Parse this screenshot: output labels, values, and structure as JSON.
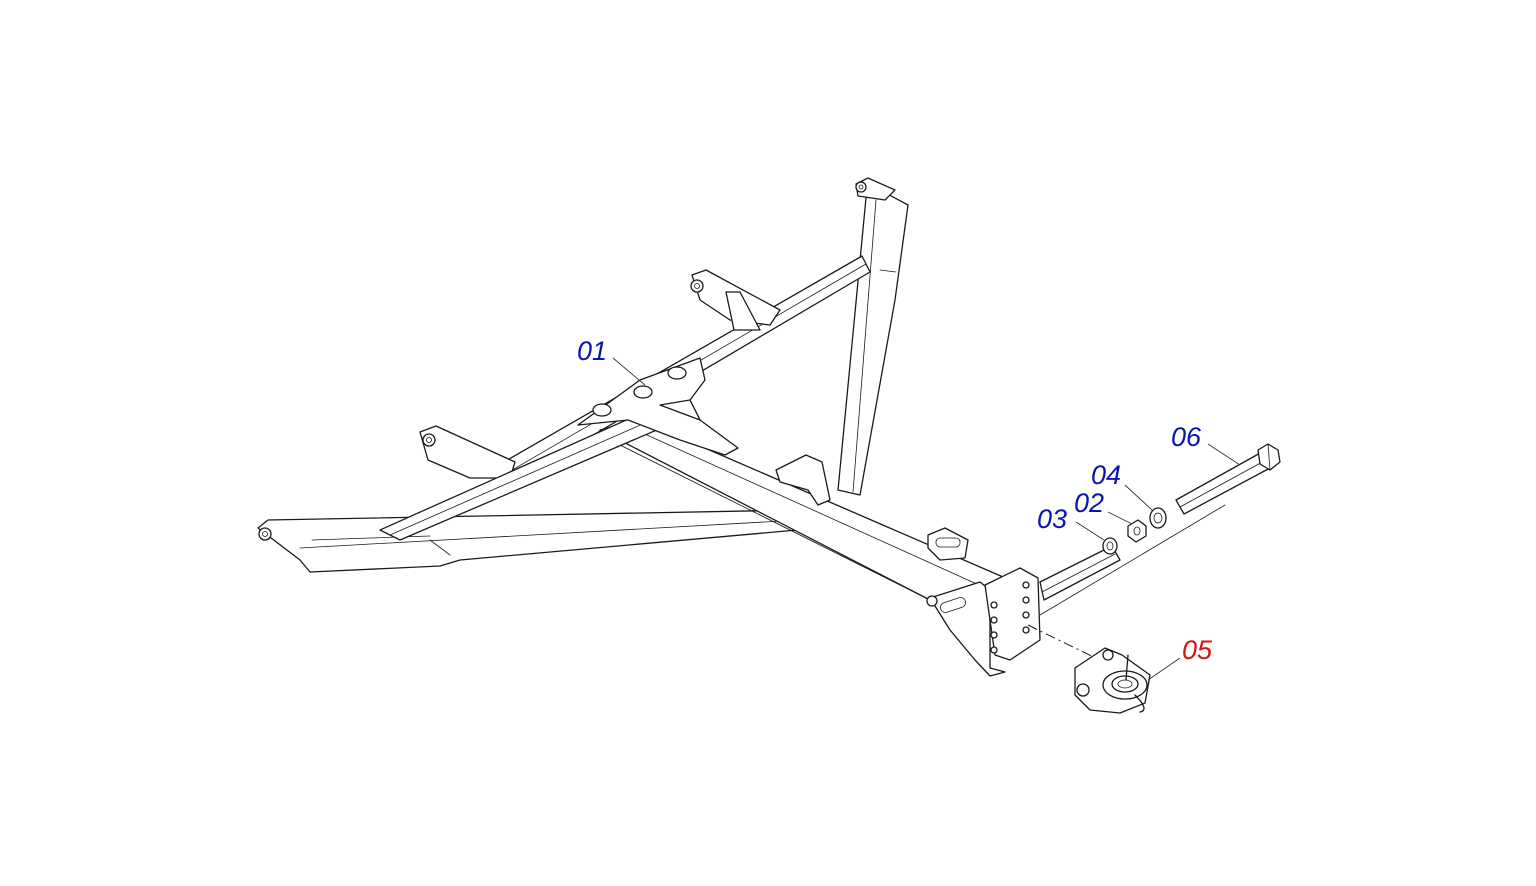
{
  "colors": {
    "label_blue": "#0a14b4",
    "label_red": "#dc1010",
    "line": "#1a1a1a",
    "background": "#ffffff"
  },
  "labels": {
    "l01": {
      "text": "01",
      "color": "blue"
    },
    "l02": {
      "text": "02",
      "color": "blue"
    },
    "l03": {
      "text": "03",
      "color": "blue"
    },
    "l04": {
      "text": "04",
      "color": "blue"
    },
    "l05": {
      "text": "05",
      "color": "red"
    },
    "l06": {
      "text": "06",
      "color": "blue"
    }
  }
}
